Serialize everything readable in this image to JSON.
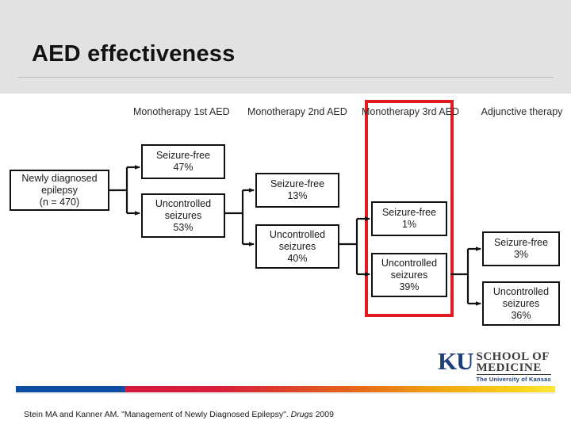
{
  "slide": {
    "title": "AED effectiveness"
  },
  "diagram": {
    "columns": [
      {
        "line1": "Monotherapy",
        "line2": "1st AED"
      },
      {
        "line1": "Monotherapy",
        "line2": "2nd AED"
      },
      {
        "line1": "Monotherapy",
        "line2": "3rd AED"
      },
      {
        "line1": "Adjunctive",
        "line2": "therapy"
      }
    ],
    "start": {
      "line1": "Newly diagnosed",
      "line2": "epilepsy",
      "line3": "(n = 470)"
    },
    "nodes": [
      {
        "id": "sf1",
        "line1": "Seizure-free",
        "line2": "",
        "value": "47%"
      },
      {
        "id": "uc1",
        "line1": "Uncontrolled",
        "line2": "seizures",
        "value": "53%"
      },
      {
        "id": "sf2",
        "line1": "Seizure-free",
        "line2": "",
        "value": "13%"
      },
      {
        "id": "uc2",
        "line1": "Uncontrolled",
        "line2": "seizures",
        "value": "40%"
      },
      {
        "id": "sf3",
        "line1": "Seizure-free",
        "line2": "",
        "value": "1%"
      },
      {
        "id": "uc3",
        "line1": "Uncontrolled",
        "line2": "seizures",
        "value": "39%"
      },
      {
        "id": "sf4",
        "line1": "Seizure-free",
        "line2": "",
        "value": "3%"
      },
      {
        "id": "uc4",
        "line1": "Uncontrolled",
        "line2": "seizures",
        "value": "36%"
      }
    ],
    "highlight_color": "#e01b22"
  },
  "logo": {
    "ku": "KU",
    "school": "SCHOOL OF",
    "medicine": "MEDICINE",
    "tagline": "The University of Kansas",
    "brand_color": "#1c3f79"
  },
  "footer": {
    "bar_blue": "#0b4da2",
    "bar_red": "#d1193e",
    "bar_yellow": "#ffe63a",
    "citation_pre": "Stein MA and Kanner AM. \"Management of Newly Diagnosed Epilepsy\". ",
    "citation_journal": "Drugs",
    "citation_post": " 2009"
  }
}
